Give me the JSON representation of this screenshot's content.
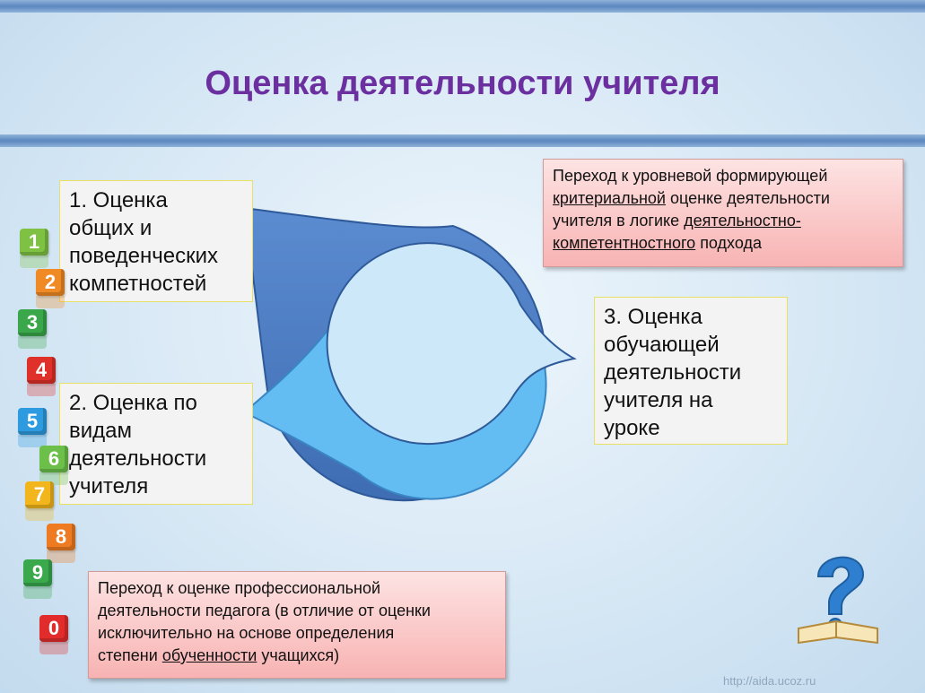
{
  "slide": {
    "title": "Оценка деятельности учителя",
    "url": "http://aida.ucoz.ru"
  },
  "boxes": [
    {
      "label": "1. Оценка\nобщих и\nповеденческих\nкомпетностей"
    },
    {
      "label": "2. Оценка по\nвидам\nдеятельности\nучителя"
    },
    {
      "label": "3. Оценка\nобучающей\nдеятельности\nучителя на\nуроке"
    }
  ],
  "notes": {
    "top_right": {
      "line1": "Переход к уровневой формирующей",
      "line2_u": "критериальной",
      "line2_rest": " оценке деятельности",
      "line3_pre": "учителя в логике ",
      "line3_u": "деятельностно-",
      "line4_u": "компетентностного",
      "line4_rest": " подхода"
    },
    "bottom": {
      "line1": "Переход к оценке профессиональной",
      "line2": "деятельности педагога (в отличие от оценки",
      "line3": "исключительно на основе определения",
      "line4_pre": "степени ",
      "line4_u": "обученности",
      "line4_rest": " учащихся)"
    }
  },
  "cubes": [
    {
      "digit": "1",
      "color": "#7fc143"
    },
    {
      "digit": "2",
      "color": "#f08a24"
    },
    {
      "digit": "3",
      "color": "#3aa84a"
    },
    {
      "digit": "4",
      "color": "#e0302a"
    },
    {
      "digit": "5",
      "color": "#2e9be0"
    },
    {
      "digit": "6",
      "color": "#6cc04a"
    },
    {
      "digit": "7",
      "color": "#f2b61c"
    },
    {
      "digit": "8",
      "color": "#ee7b22"
    },
    {
      "digit": "9",
      "color": "#39a94c"
    },
    {
      "digit": "0",
      "color": "#e22c2c"
    }
  ],
  "colors": {
    "title": "#6b2fa0",
    "outer_shape": "#4d7cc0",
    "middle_shape": "#63bdf2",
    "inner_circle": "#cde8f8"
  }
}
